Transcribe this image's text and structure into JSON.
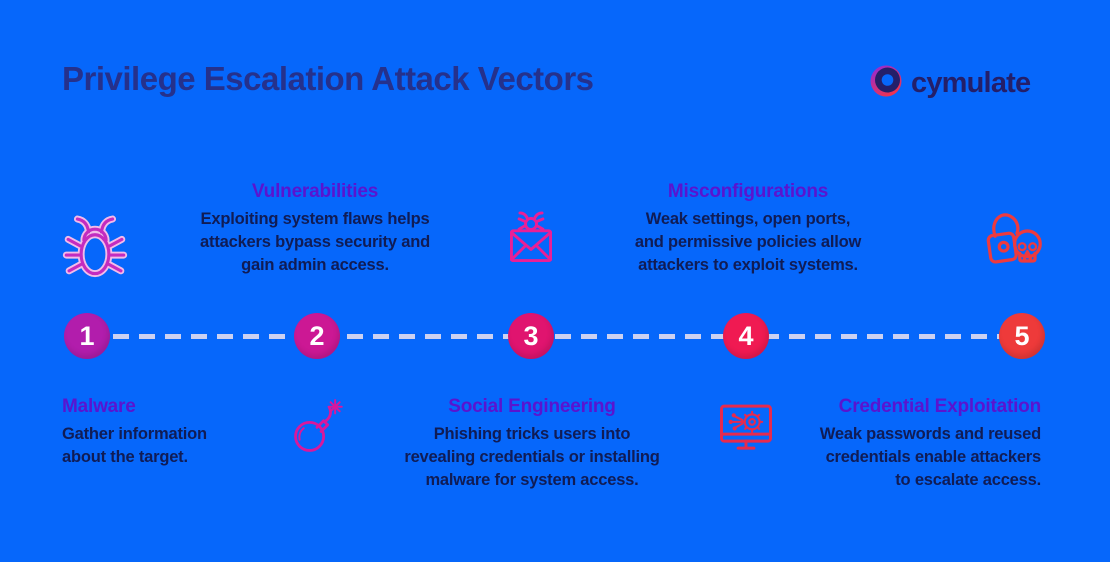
{
  "colors": {
    "background": "#0667FB",
    "title": "#25318C",
    "heading_purple": "#5A14CF",
    "body_text": "#101C55",
    "dash": "#CCD1F1",
    "step_number": "#FFFFFF"
  },
  "header": {
    "title": "Privilege Escalation Attack Vectors"
  },
  "logo": {
    "text": "cymulate",
    "text_color": "#241F69",
    "ring_color": "#241F69",
    "gradient_start": "#8A2BE0",
    "gradient_end": "#F0334F"
  },
  "timeline": {
    "steps": [
      {
        "number": "1",
        "color": "#B21DAC"
      },
      {
        "number": "2",
        "color": "#CC1894"
      },
      {
        "number": "3",
        "color": "#E0146F"
      },
      {
        "number": "4",
        "color": "#F01A52"
      },
      {
        "number": "5",
        "color": "#EE3A3A"
      }
    ]
  },
  "items": [
    {
      "title": "Malware",
      "description": "Gather information\nabout the target.",
      "icon": "bug-icon",
      "icon_color": "#C32CC0",
      "icon_halo": "#F2BBE9"
    },
    {
      "title": "Vulnerabilities",
      "description": "Exploiting system flaws helps\nattackers bypass security and\ngain admin access.",
      "icon": "bomb-icon",
      "icon_color": "#D8189C"
    },
    {
      "title": "Social Engineering",
      "description": "Phishing tricks users into\nrevealing credentials or installing\nmalware for system access.",
      "icon": "envelope-bug-icon",
      "icon_color": "#EA1F96"
    },
    {
      "title": "Misconfigurations",
      "description": "Weak settings, open ports,\nand permissive policies allow\nattackers to exploit systems.",
      "icon": "monitor-gear-icon",
      "icon_color": "#E62A4E"
    },
    {
      "title": "Credential Exploitation",
      "description": "Weak passwords and reused\ncredentials enable attackers\nto escalate access.",
      "icon": "lock-skull-icon",
      "icon_color": "#EE3A3E"
    }
  ]
}
